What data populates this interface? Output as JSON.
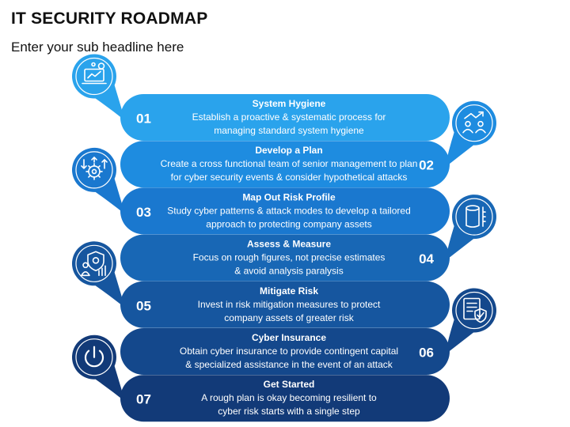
{
  "header": {
    "title": "IT SECURITY ROADMAP",
    "subtitle": "Enter your sub headline here"
  },
  "colors": {
    "step_colors": [
      "#2aa3ec",
      "#1e8ce0",
      "#1a78cf",
      "#1867b5",
      "#16569f",
      "#14488c",
      "#123a78"
    ],
    "icon_color": "#ffffff",
    "text_color": "#ffffff"
  },
  "steps": [
    {
      "number": "01",
      "title": "System Hygiene",
      "line1": "Establish a proactive & systematic process for",
      "line2": "managing standard system hygiene",
      "side": "left",
      "icon": "laptop-chart-icon"
    },
    {
      "number": "02",
      "title": "Develop a Plan",
      "line1": "Create a cross functional team of senior management to plan",
      "line2": "for cyber security events & consider hypothetical attacks",
      "side": "right",
      "icon": "team-growth-icon"
    },
    {
      "number": "03",
      "title": "Map Out Risk Profile",
      "line1": "Study cyber patterns & attack modes to develop a tailored",
      "line2": "approach to protecting company assets",
      "side": "left",
      "icon": "gear-arrows-icon"
    },
    {
      "number": "04",
      "title": "Assess & Measure",
      "line1": "Focus on rough figures, not precise estimates",
      "line2": "& avoid analysis paralysis",
      "side": "right",
      "icon": "measuring-cylinder-icon"
    },
    {
      "number": "05",
      "title": "Mitigate Risk",
      "line1": "Invest in risk mitigation measures to protect",
      "line2": "company assets of greater risk",
      "side": "left",
      "icon": "shield-settings-icon"
    },
    {
      "number": "06",
      "title": "Cyber Insurance",
      "line1": "Obtain cyber insurance to provide contingent capital",
      "line2": "& specialized assistance in the event of an attack",
      "side": "right",
      "icon": "insurance-document-icon"
    },
    {
      "number": "07",
      "title": "Get Started",
      "line1": "A rough plan is okay becoming resilient to",
      "line2": "cyber risk starts with a single step",
      "side": "left",
      "icon": "power-icon"
    }
  ]
}
